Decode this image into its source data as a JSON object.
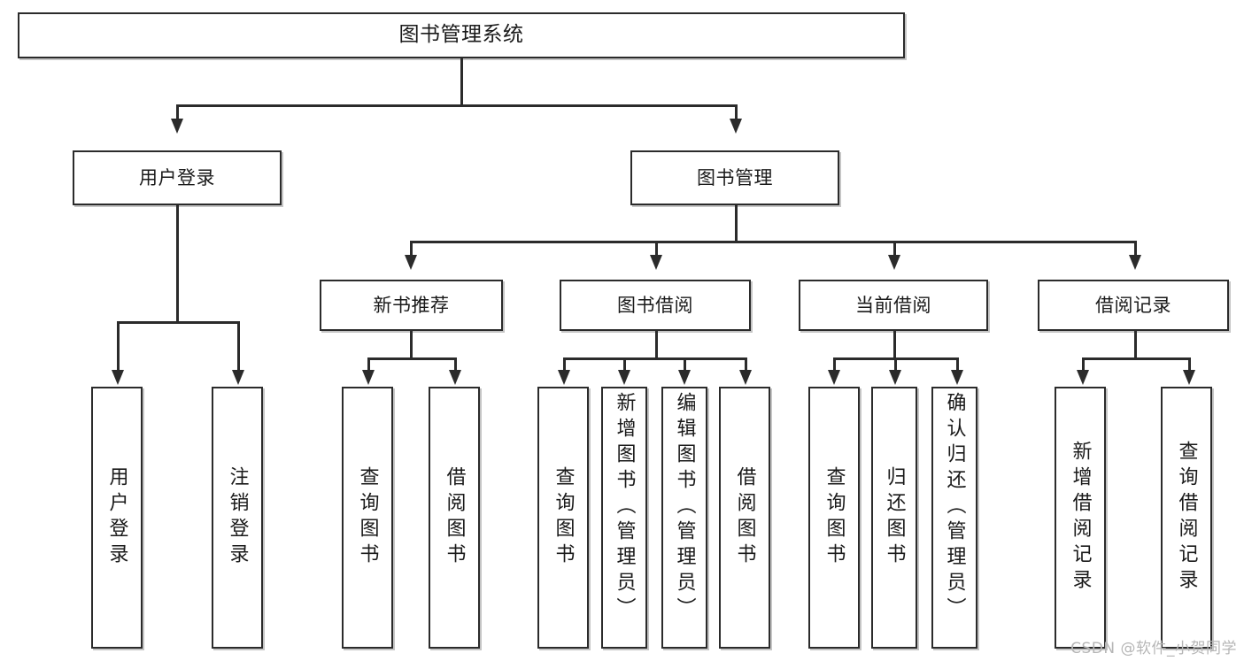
{
  "diagram": {
    "type": "tree-hierarchy",
    "title": "图书管理系统",
    "watermark": "CSDN @软件_小贺同学",
    "colors": {
      "box_border": "#2b2b2b",
      "box_fill": "#ffffff",
      "text": "#1a1a1a",
      "connector": "#2b2b2b",
      "watermark": "#b6b6b6",
      "shadow": "#969696"
    },
    "root": {
      "label": "图书管理系统"
    },
    "level2": [
      {
        "label": "用户登录"
      },
      {
        "label": "图书管理"
      }
    ],
    "level3": [
      {
        "label": "新书推荐"
      },
      {
        "label": "图书借阅"
      },
      {
        "label": "当前借阅"
      },
      {
        "label": "借阅记录"
      }
    ],
    "leaves": [
      {
        "label": "用户登录",
        "parent": "用户登录"
      },
      {
        "label": "注销登录",
        "parent": "用户登录"
      },
      {
        "label": "查询图书",
        "parent": "新书推荐"
      },
      {
        "label": "借阅图书",
        "parent": "新书推荐"
      },
      {
        "label": "查询图书",
        "parent": "图书借阅"
      },
      {
        "label": "新增图书（管理员）",
        "parent": "图书借阅"
      },
      {
        "label": "编辑图书（管理员）",
        "parent": "图书借阅"
      },
      {
        "label": "借阅图书",
        "parent": "图书借阅"
      },
      {
        "label": "查询图书",
        "parent": "当前借阅"
      },
      {
        "label": "归还图书",
        "parent": "当前借阅"
      },
      {
        "label": "确认归还（管理员）",
        "parent": "当前借阅"
      },
      {
        "label": "新增借阅记录",
        "parent": "借阅记录"
      },
      {
        "label": "查询借阅记录",
        "parent": "借阅记录"
      }
    ]
  }
}
